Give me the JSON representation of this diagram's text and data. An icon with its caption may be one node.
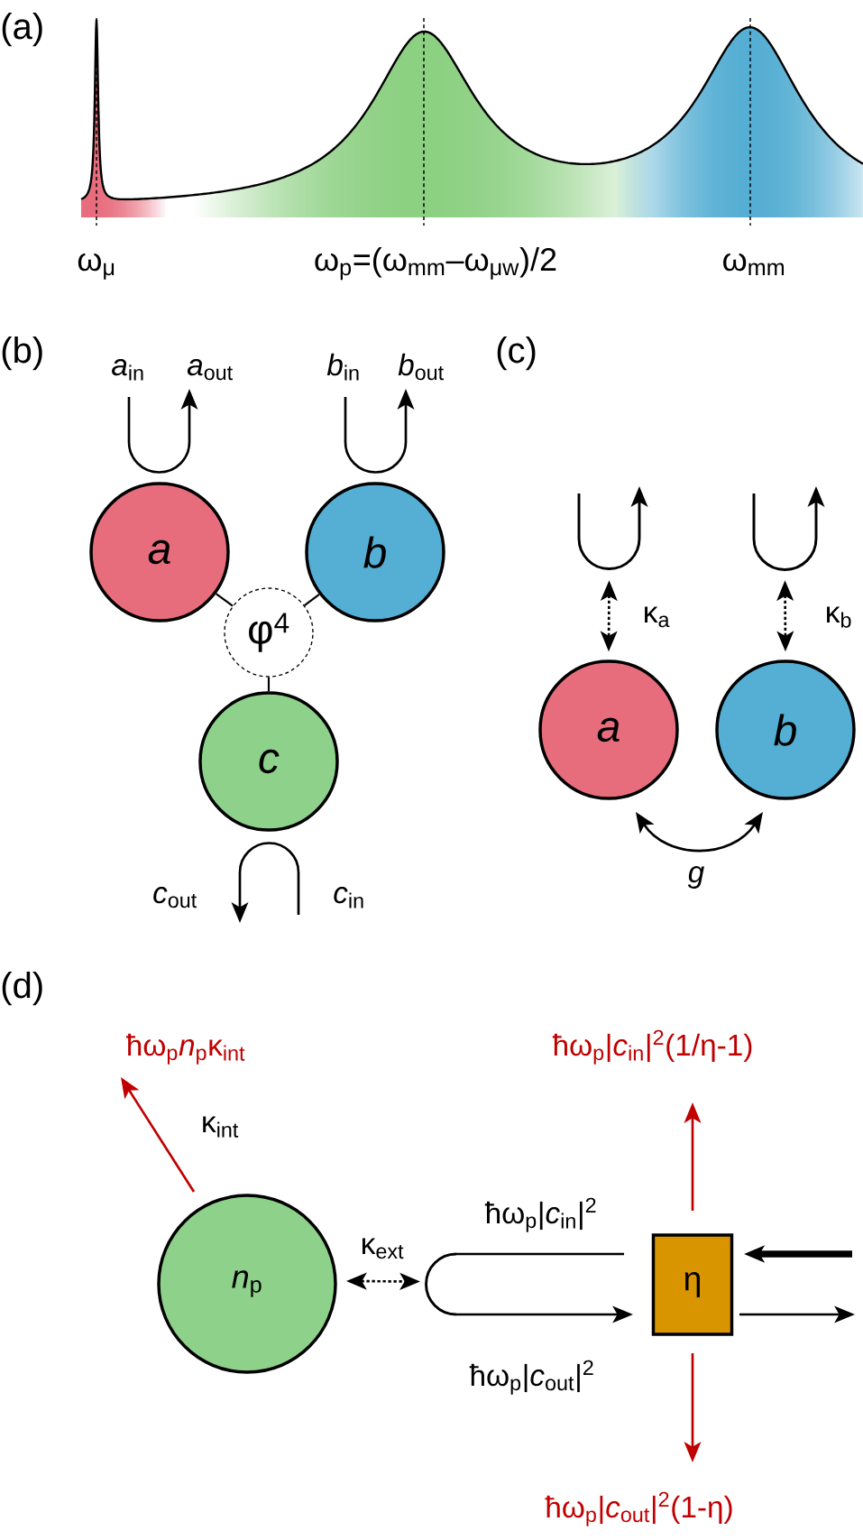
{
  "diagram": {
    "nodes": [
      {
        "text": [
          "*a*$_{in}$"
        ]
      },
      {
        "text": [
          "*a*$_{out}$"
        ]
      },
      {
        "text": [
          "*b*$_{in}$"
        ]
      },
      {
        "text": [
          "*b*$_{out}$"
        ]
      },
      {
        "text": [
          "a"
        ]
      },
      {
        "text": [
          "b"
        ]
      },
      {
        "text": [
          "φ$^{4}$"
        ]
      },
      {
        "text": [
          "c"
        ]
      },
      {
        "text": [
          "*c*$_{out}$"
        ]
      },
      {
        "text": [
          "*c*$_{in}$"
        ]
      },
      {
        "text": [],
        "shape": "arrow"
      },
      {
        "text": [],
        "shape": "arrow"
      },
      {
        "text": [
          "a"
        ]
      },
      {
        "text": [
          "b"
        ]
      },
      {
        "text": [
          "ħω$_{p}$*n*$_{p}$κ$_{int}$"
        ]
      },
      {
        "text": [
          "ħω$_{p}$|*c*$_{in}$|$^{2}$(1/η-1)"
        ]
      },
      {
        "text": [
          "*n*$_{p}$"
        ]
      },
      {
        "text": [],
        "shape": "arc"
      },
      {
        "text": [
          "η"
        ]
      },
      {
        "text": [
          "ħω$_{p}$|*c*$_{out}$|$^{2}$(1-η)"
        ]
      }
    ],
    "edges": [
      {
        "from": 4,
        "to": 6,
        "arrow": "none"
      },
      {
        "from": 5,
        "to": 6,
        "arrow": "none"
      },
      {
        "from": 7,
        "to": 6,
        "arrow": "none"
      },
      {
        "from": 0,
        "to": 1,
        "arrow": "to"
      },
      {
        "from": 2,
        "to": 3,
        "arrow": "to"
      },
      {
        "from": 9,
        "to": 8,
        "arrow": "to"
      },
      {
        "from": 10,
        "to": 12,
        "arrow": "both",
        "style": "dashed",
        "label": "κ$_{a}$"
      },
      {
        "from": 11,
        "to": 13,
        "arrow": "both",
        "style": "dashed",
        "label": "κ$_{b}$"
      },
      {
        "from": 12,
        "to": 13,
        "arrow": "both",
        "label": "g"
      },
      {
        "from": 16,
        "to": 14,
        "arrow": "to",
        "color": "#c00000",
        "label": "κ$_{int}$"
      },
      {
        "from": 16,
        "to": 17,
        "arrow": "both",
        "style": "dashed",
        "label": "κ$_{ext}$"
      },
      {
        "from": 18,
        "to": 17,
        "arrow": "none",
        "label": "ħω$_{p}$|*c*$_{in}$|$^{2}$"
      },
      {
        "from": 17,
        "to": 18,
        "arrow": "to",
        "label": "ħω$_{p}$|*c*$_{out}$|$^{2}$"
      },
      {
        "from": 18,
        "to": 15,
        "arrow": "to",
        "color": "#c00000"
      },
      {
        "from": 18,
        "to": 19,
        "arrow": "to",
        "color": "#c00000"
      },
      {
        "from": null,
        "to": 18,
        "arrow": "to",
        "style": "thick"
      },
      {
        "from": 18,
        "to": null,
        "arrow": "to"
      }
    ],
    "labels": [
      "(a)",
      "ω$_{μ}$",
      "ω$_{p}$=(ω$_{mm}$–ω$_{μw}$)/2",
      "ω$_{mm}$",
      "(b)",
      "(c)",
      "(d)"
    ]
  }
}
